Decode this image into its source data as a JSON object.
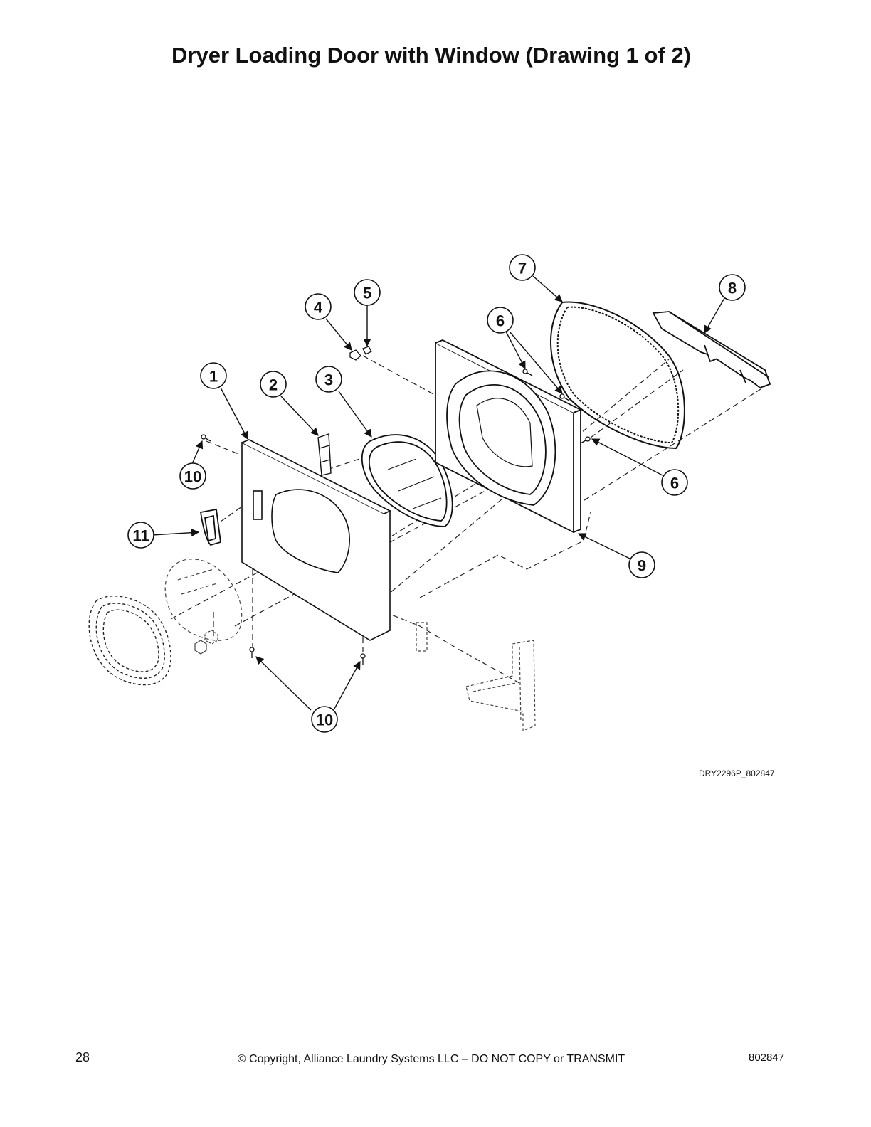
{
  "page": {
    "title": "Dryer Loading Door with Window (Drawing 1 of 2)",
    "drawing_id": "DRY2296P_802847",
    "page_number": "28",
    "copyright": "© Copyright, Alliance Laundry Systems LLC – DO NOT COPY or TRANSMIT",
    "doc_number": "802847"
  },
  "callouts": [
    {
      "label": "1"
    },
    {
      "label": "2"
    },
    {
      "label": "3"
    },
    {
      "label": "4"
    },
    {
      "label": "5"
    },
    {
      "label": "6"
    },
    {
      "label": "6"
    },
    {
      "label": "7"
    },
    {
      "label": "8"
    },
    {
      "label": "9"
    },
    {
      "label": "10"
    },
    {
      "label": "10"
    },
    {
      "label": "11"
    }
  ]
}
